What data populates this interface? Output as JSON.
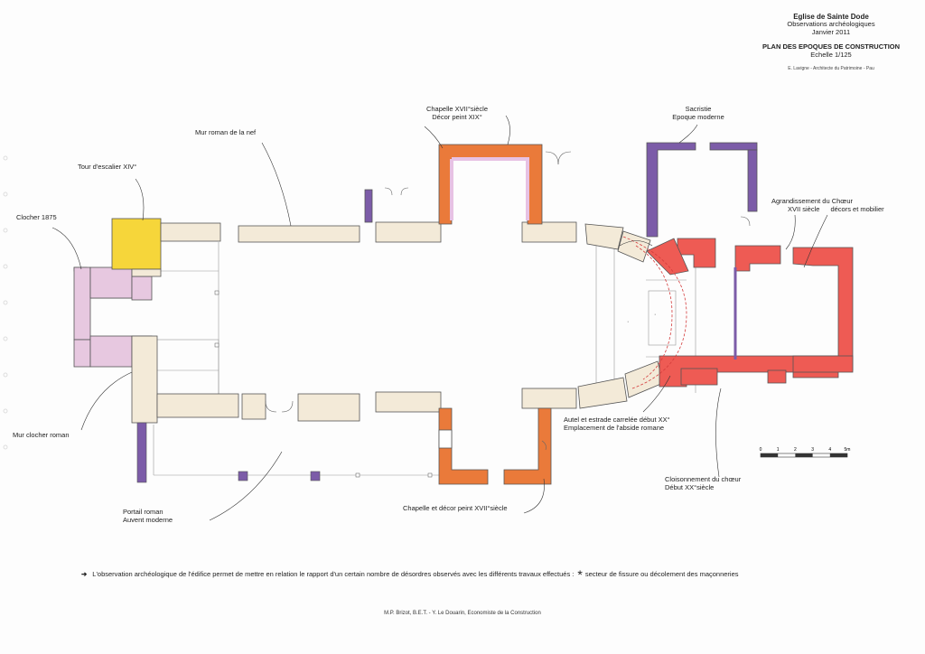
{
  "title_block": {
    "name": "Eglise de Sainte Dode",
    "subtitle": "Observations archéologiques",
    "date": "Janvier 2011",
    "plan_title": "PLAN DES EPOQUES DE CONSTRUCTION",
    "scale_text": "Echelle 1/125",
    "author": "E. Lavigne - Architecte du Patrimoine - Pau"
  },
  "labels": {
    "clocher": "Clocher 1875",
    "tour": "Tour d'escalier XIV°",
    "mur_nef": "Mur roman de la nef",
    "chapelle_n_1": "Chapelle XVII°siècle",
    "chapelle_n_2": "Décor peint XIX°",
    "sacristie_1": "Sacristie",
    "sacristie_2": "Epoque moderne",
    "agrand_1": "Agrandissement du Chœur",
    "agrand_2": "XVII siècle",
    "agrand_3": "décors et mobilier",
    "mur_clocher": "Mur clocher roman",
    "portail_1": "Portail roman",
    "portail_2": "Auvent  moderne",
    "chapelle_s": "Chapelle et décor peint XVII°siècle",
    "autel_1": "Autel et estrade carrelée début XX°",
    "autel_2": "Emplacement de l'abside romane",
    "cloison_1": "Cloisonnement du chœur",
    "cloison_2": "Début XX°siècle"
  },
  "scale_bar": {
    "ticks": [
      "0",
      "1",
      "2",
      "3",
      "4",
      "5m"
    ]
  },
  "note": {
    "arrow": "➔",
    "text": "L'observation archéologique de l'édifice permet de mettre en relation le rapport d'un certain nombre de désordres observés avec les différents travaux effectués :",
    "star": "*",
    "star_text": "secteur de fissure ou décolement des maçonneries"
  },
  "footer": "M.P. Brizot, B.E.T. - Y. Le Douarin, Economiste de la Construction",
  "colors": {
    "roman": "#f3ead8",
    "xiv": "#f6d63a",
    "clocher_1875": "#e7c8e0",
    "xvii_chapel": "#ea7a3a",
    "xix_decor": "#e7c2e4",
    "moderne": "#7c5ca8",
    "xvii_choeur": "#ee5b54",
    "wall_line": "#555555"
  }
}
